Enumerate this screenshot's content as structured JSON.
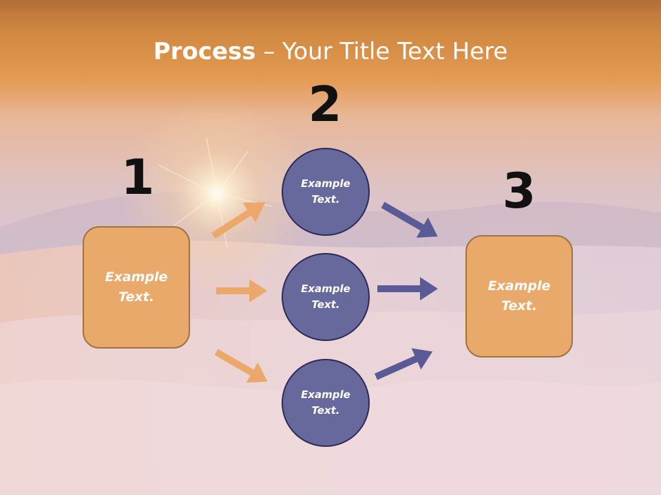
{
  "slide": {
    "title_bold": "Process",
    "title_rest": " – Your Title Text Here"
  },
  "steps": {
    "step1_number": "1",
    "step2_number": "2",
    "step3_number": "3"
  },
  "nodes": {
    "left_box": "Example Text.",
    "circle_top": "Example Text.",
    "circle_middle": "Example Text.",
    "circle_bottom": "Example Text.",
    "right_box": "Example Text."
  },
  "colors": {
    "box_fill": "#e9a96a",
    "circle_fill": "#67689c",
    "orange_arrow": "#eca86a",
    "purple_arrow": "#5a5a96"
  },
  "icons": [
    "arrow-right-icon"
  ]
}
